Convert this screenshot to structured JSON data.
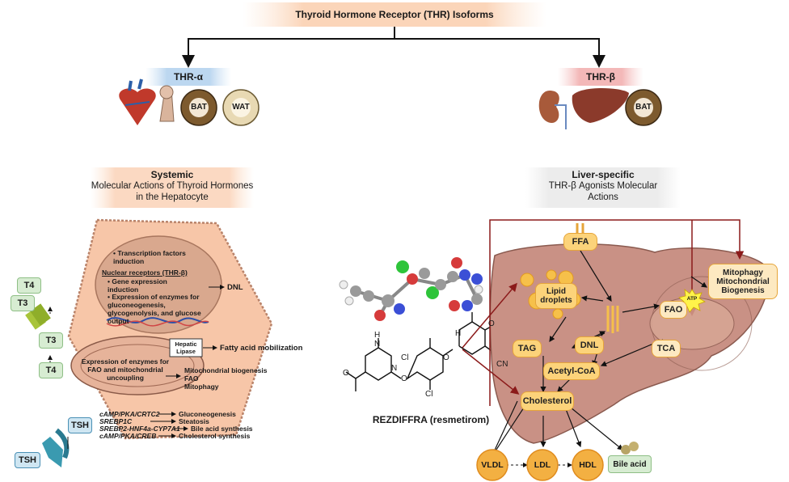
{
  "header": {
    "title": "Thyroid Hormone Receptor (THR) Isoforms"
  },
  "thr_alpha": {
    "label": "THR-α",
    "bat": "BAT",
    "wat": "WAT"
  },
  "thr_beta": {
    "label": "THR-β",
    "bat": "BAT"
  },
  "systemic": {
    "title": "Systemic",
    "subtitle": "Molecular Actions of Thyroid Hormones in the Hepatocyte"
  },
  "liver_specific": {
    "title": "Liver-specific",
    "subtitle": "THR-β Agonists Molecular Actions"
  },
  "nucleus": {
    "bullet1": "Transcription factors induction",
    "nr_heading": "Nuclear receptors (THR-β)",
    "bullet2": "Gene expression induction",
    "bullet3": "Expression of enzymes for gluconeogenesis, glycogenolysis, and glucose output",
    "dnl": "DNL"
  },
  "hormones": {
    "t4_top": "T4",
    "t3_top": "T3",
    "t3_mid": "T3",
    "t4_mid": "T4",
    "tsh_inner": "TSH",
    "tsh_outer": "TSH"
  },
  "hepatic_lipase": {
    "label": "Hepatic Lipase",
    "effect": "Fatty acid mobilization"
  },
  "mito": {
    "text": "Expression of enzymes for FAO and mitochondrial uncoupling",
    "effects": "Mitochondrial biogenesis\nFAO\nMitophagy"
  },
  "pathways": [
    {
      "name": "cAMP/PKA/CRTC2",
      "effect": "Gluconeogenesis"
    },
    {
      "name": "SREBP1C",
      "effect": "Steatosis"
    },
    {
      "name": "SREBP2-HNF4a-CYP7A1",
      "effect": "Bile acid synthesis"
    },
    {
      "name": "cAMP/PKA/CREB",
      "effect": "Cholesterol synthesis"
    }
  ],
  "drug": {
    "name": "REZDIFFRA (resmetirom)",
    "atom_cl1": "Cl",
    "atom_cl2": "Cl",
    "atom_o": "O",
    "atom_cn": "CN",
    "atom_n1": "N",
    "atom_n2": "N",
    "atom_h1": "H",
    "atom_h2": "H",
    "atom_o2": "O",
    "atom_o3": "O",
    "atom_o4": "O"
  },
  "liver": {
    "ffa": "FFA",
    "lipid": "Lipid droplets",
    "mitophagy": "Mitophagy Mitochondrial Biogenesis",
    "atp": "ATP",
    "fao": "FAO",
    "tag": "TAG",
    "dnl": "DNL",
    "tca": "TCA",
    "acetyl": "Acetyl-CoA",
    "cholesterol": "Cholesterol",
    "vldl": "VLDL",
    "ldl": "LDL",
    "hdl": "HDL",
    "bile": "Bile acid"
  },
  "colors": {
    "hepatocyte": "#f7c6a8",
    "nucleus": "#d9a88e",
    "liver": "#c99185",
    "node": "#fcd37a",
    "arrow_red": "#8b1a1a"
  }
}
